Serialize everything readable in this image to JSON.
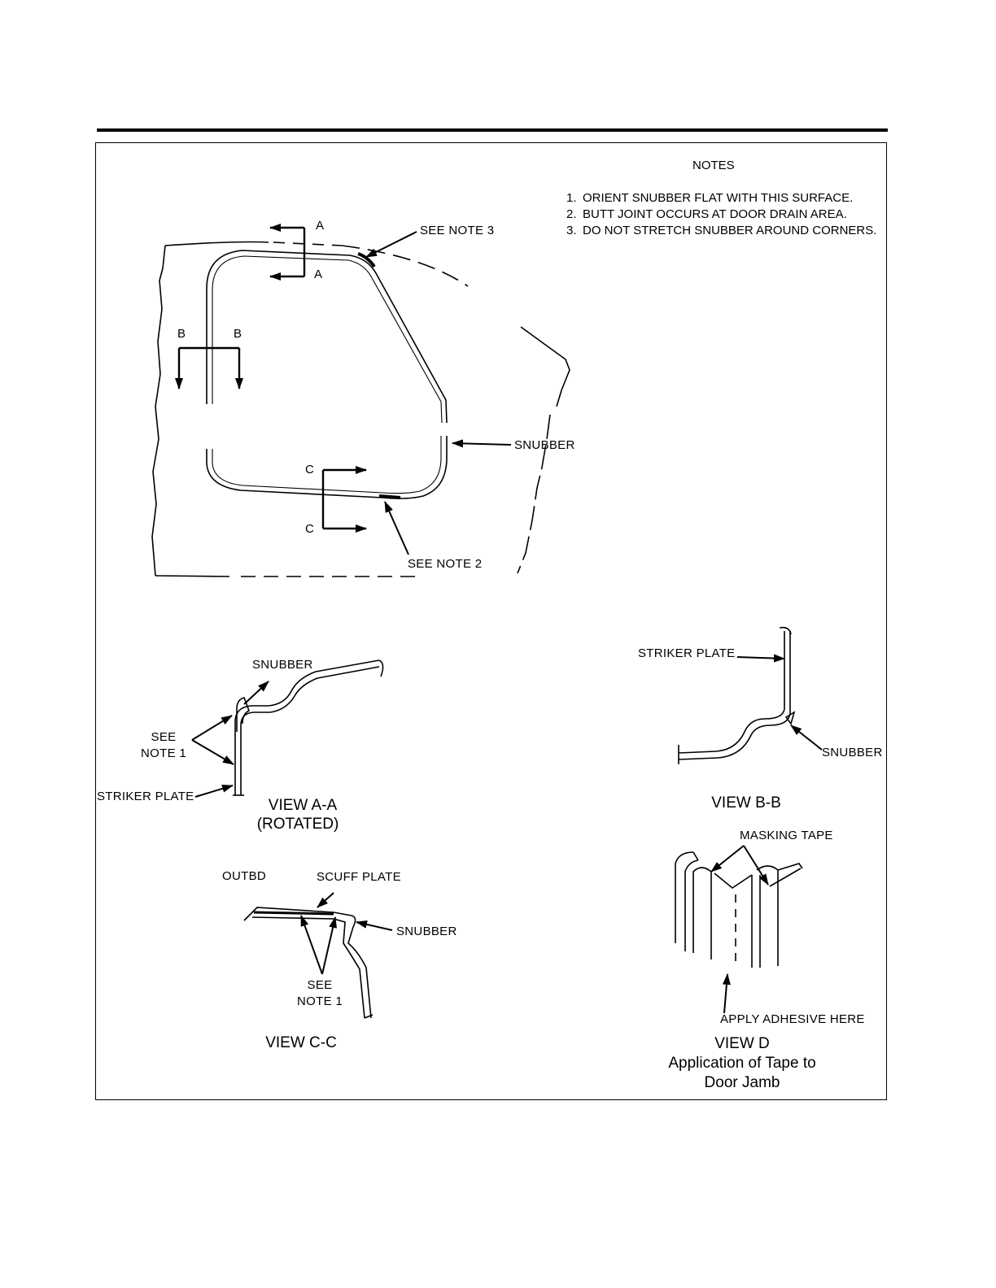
{
  "notes": {
    "title": "NOTES",
    "items": [
      {
        "num": "1.",
        "text": "ORIENT SNUBBER FLAT WITH THIS SURFACE."
      },
      {
        "num": "2.",
        "text": "BUTT JOINT OCCURS AT DOOR DRAIN AREA."
      },
      {
        "num": "3.",
        "text": "DO NOT STRETCH SNUBBER AROUND CORNERS."
      }
    ]
  },
  "main_view": {
    "section_a": "A",
    "section_b": "B",
    "section_c": "C",
    "see_note_3": "SEE NOTE 3",
    "see_note_2": "SEE NOTE 2",
    "snubber": "SNUBBER"
  },
  "view_aa": {
    "snubber": "SNUBBER",
    "see": "SEE",
    "note_1": "NOTE 1",
    "striker_plate": "STRIKER PLATE",
    "title": "VIEW A-A",
    "subtitle": "(ROTATED)"
  },
  "view_bb": {
    "striker_plate": "STRIKER PLATE",
    "snubber": "SNUBBER",
    "title": "VIEW B-B"
  },
  "view_cc": {
    "outbd": "OUTBD",
    "scuff_plate": "SCUFF PLATE",
    "snubber": "SNUBBER",
    "see": "SEE",
    "note_1": "NOTE 1",
    "title": "VIEW C-C"
  },
  "view_d": {
    "masking_tape": "MASKING TAPE",
    "apply_adhesive": "APPLY ADHESIVE HERE",
    "title": "VIEW D",
    "caption_1": "Application of Tape to",
    "caption_2": "Door Jamb"
  }
}
